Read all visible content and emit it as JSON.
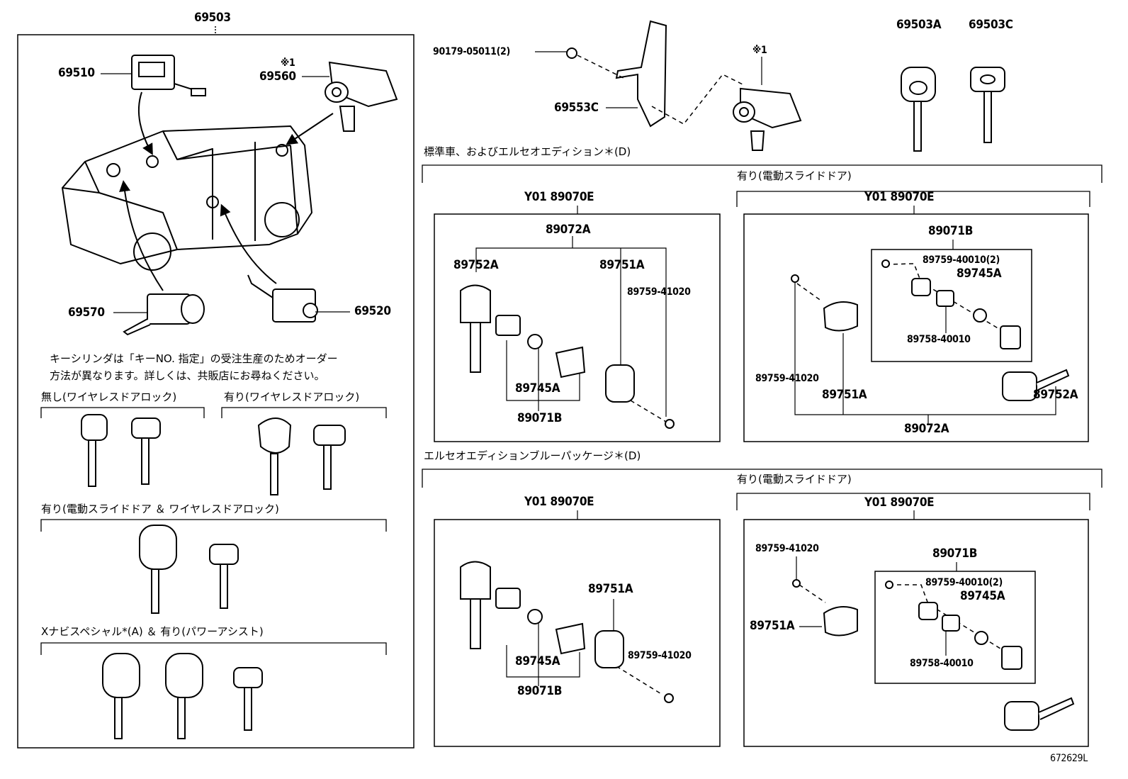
{
  "assembly": {
    "main": "69503",
    "key_a": "69503A",
    "key_c": "69503C"
  },
  "parts": {
    "p69510": "69510",
    "p69560": "69560",
    "p69570": "69570",
    "p69520": "69520",
    "p69553c": "69553C",
    "p90179": "90179-05011(2)",
    "asterisk_1": "※1"
  },
  "note": {
    "line1": "キーシリンダは「キーNO. 指定」の受注生産のためオーダー",
    "line2": "方法が異なります。詳しくは、共販店にお尋ねください。"
  },
  "key_groups": {
    "no_wireless": "無し(ワイヤレスドアロック)",
    "with_wireless": "有り(ワイヤレスドアロック)",
    "power_slide_wireless": "有り(電動スライドドア ＆ ワイヤレスドアロック)",
    "x_navi": "Xナビスペシャル*(A) ＆ 有り(パワーアシスト)"
  },
  "sections": {
    "standard": "標準車、およびエルセオエディション＊(D)",
    "blue_package": "エルセオエディションブルーパッケージ＊(D)",
    "power_slide": "有り(電動スライドドア)"
  },
  "kits": {
    "y01": "Y01 89070E",
    "p89072a": "89072A",
    "p89071b": "89071B",
    "p89752a": "89752A",
    "p89751a": "89751A",
    "p89745a": "89745A",
    "p89759_41020": "89759-41020",
    "p89759_40010_2": "89759-40010(2)",
    "p89758_40010": "89758-40010"
  },
  "footer": {
    "code": "672629L"
  }
}
